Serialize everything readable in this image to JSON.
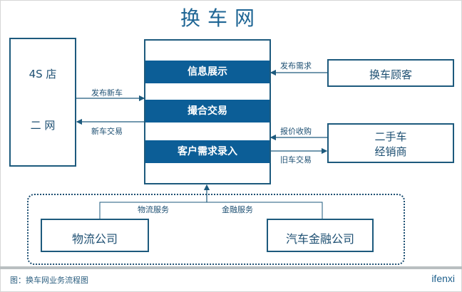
{
  "title": "换车网",
  "left_box": {
    "top_label": "4S 店",
    "bottom_label": "二 网"
  },
  "center_box": {
    "bands": [
      "信息展示",
      "撮合交易",
      "客户需求录入"
    ]
  },
  "right_boxes": {
    "customer": "换车顾客",
    "dealer_line1": "二手车",
    "dealer_line2": "经销商"
  },
  "arrows": {
    "publish_new_car": "发布新车",
    "new_car_trade": "新车交易",
    "publish_demand": "发布需求",
    "quote_purchase": "报价收购",
    "used_car_trade": "旧车交易",
    "logistics_service": "物流服务",
    "finance_service": "金融服务"
  },
  "bottom_boxes": {
    "logistics": "物流公司",
    "finance": "汽车金融公司"
  },
  "footer": {
    "caption": "图：换车网业务流程图",
    "logo": "ifenxi"
  },
  "colors": {
    "band": "#0c5e97",
    "line": "#1d5a7d",
    "text": "#1d4f72"
  }
}
